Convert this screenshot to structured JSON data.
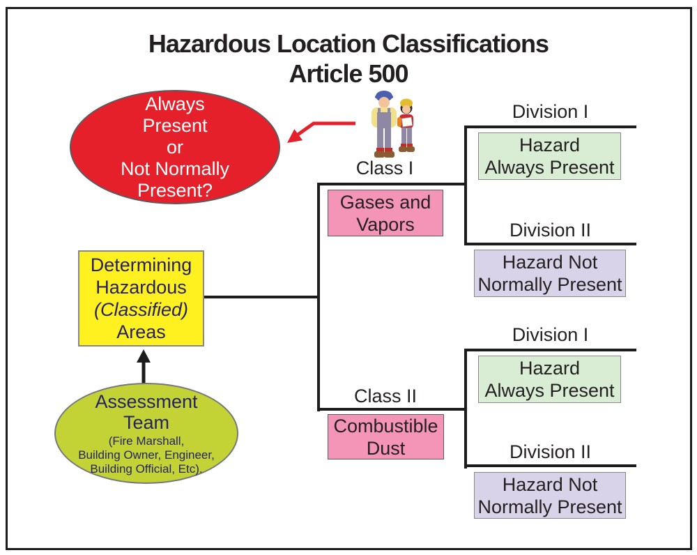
{
  "title": {
    "line1": "Hazardous Location Classifications",
    "line2": "Article 500"
  },
  "decision_ellipse": {
    "text": "Always\nPresent\nor\nNot Normally\nPresent?"
  },
  "determining_box": {
    "line1": "Determining",
    "line2": "Hazardous",
    "line3_italic": "(Classified)",
    "line4": "Areas"
  },
  "assessment_ellipse": {
    "title": "Assessment\nTeam",
    "subtitle": "(Fire Marshall,\nBuilding Owner, Engineer,\nBuilding Official, Etc)."
  },
  "class1": {
    "label": "Class I",
    "category_box": "Gases and\nVapors",
    "division1_label": "Division I",
    "division1_box": "Hazard\nAlways Present",
    "division2_label": "Division II",
    "division2_box": "Hazard Not\nNormally Present"
  },
  "class2": {
    "label": "Class II",
    "category_box": "Combustible\nDust",
    "division1_label": "Division I",
    "division1_box": "Hazard\nAlways Present",
    "division2_label": "Division II",
    "division2_box": "Hazard Not\nNormally Present"
  },
  "icons": {
    "workers": "construction-workers",
    "pointer_arrow": "red-bent-arrow",
    "flow_arrow": "black-up-arrow"
  },
  "colors": {
    "red": "#e6202a",
    "yellow": "#fff01f",
    "olive_green": "#c3d335",
    "pink": "#f494b6",
    "light_green": "#d9ecd4",
    "lavender": "#d8d3e9",
    "navy_text": "#262262",
    "line_black": "#1c1c1c"
  }
}
